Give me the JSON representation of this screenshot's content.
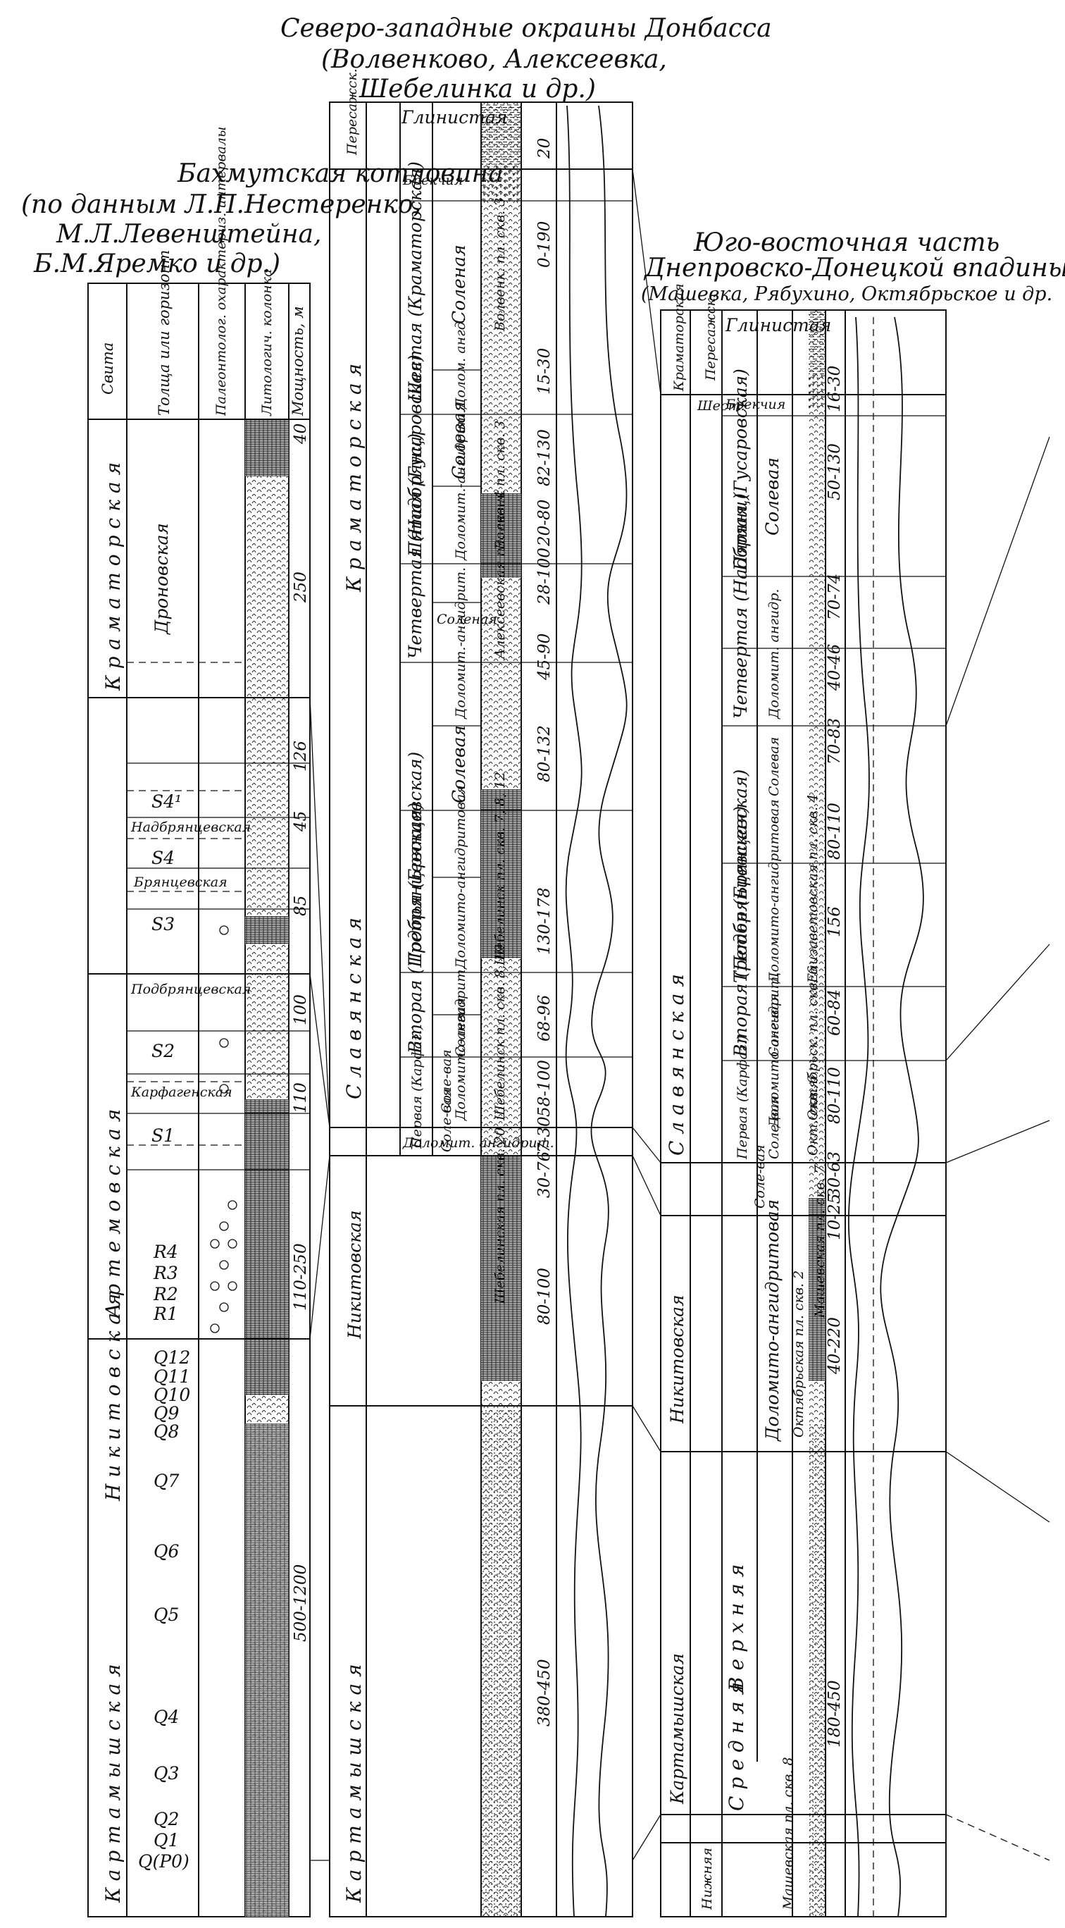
{
  "titles": {
    "left": [
      "Бахмутская котловина",
      "(по данным Л.П.Нестеренко,",
      "М.Л.Левенштейна,",
      "Б.М.Яремко и др.)"
    ],
    "center": [
      "Северо-западные окраины Донбасса",
      "(Волвенково, Алексеевка,",
      "Шебелинка и др.)"
    ],
    "right": [
      "Юго-восточная часть",
      "Днепровско-Донецкой впадины",
      "(Машевка, Рябухино, Октябрьское и др."
    ]
  },
  "left_headers": [
    "Свита",
    "Толща или горизонт",
    "Палеонтолог. охарактериз. интервалы",
    "Литологич. колонка",
    "Мощность, м"
  ],
  "left_svita": [
    "Краматорская",
    "Артемовская",
    "Никитовская",
    "Картамышская"
  ],
  "left_horizons": [
    "Дроновская",
    "S4¹",
    "Надбрянцевская",
    "S4",
    "Брянцевская",
    "S3",
    "Подбрянцевская",
    "S2",
    "Карфагенская",
    "S1",
    "R4",
    "R3",
    "R2",
    "R1",
    "Q12",
    "Q11",
    "Q10",
    "Q9",
    "Q8",
    "Q7",
    "Q6",
    "Q5",
    "Q4",
    "Q3",
    "Q2",
    "Q1",
    "Q(P0)"
  ],
  "left_thickness": [
    "40",
    "250",
    "126",
    "45",
    "85",
    "100",
    "110",
    "110-250",
    "500-1200"
  ],
  "center_svita": [
    "Краматорская",
    "Славянская",
    "Никитовская",
    "Картамышская"
  ],
  "center_tolshcha": [
    "Пересажск.",
    "Шестая (Краматорская)",
    "Пятая (Гусаровская)",
    "Четвертая (Надбрянц)",
    "Третья (Брянцевская)",
    "Вторая (Подбрянцевская)",
    "Первая (Карфаг.)"
  ],
  "center_members": [
    "Глинистая",
    "Брекчия",
    "Соленая",
    "Долом. ангд.",
    "Солевая",
    "Доломит.-ангидрит",
    "Соленая",
    "Доломит.-ангидрит.",
    "Солевая",
    "Доломито-ангидритовая",
    "Солевая",
    "Доломито-ангидрит.",
    "Соле-вая",
    "Соле-вая",
    "Доломит. ангидрит."
  ],
  "center_wells": [
    "Волвенк. пл. скв. 3",
    "Волвенк пл. скв. 3",
    "Алексеевская пл. скв. 4",
    "Шебелинск пл. скв. 7, 8, 12",
    "Шебелинск пл. скв. 8, 19",
    "Шебелинская пл. скв. 20"
  ],
  "center_thickness": [
    "20",
    "0-190",
    "15-30",
    "82-130",
    "20-80",
    "28-100",
    "45-90",
    "80-132",
    "130-178",
    "68-96",
    "58-100",
    "7-30",
    "30-76",
    "80-100",
    "380-450"
  ],
  "right_svita": [
    "Краматорская",
    "Славянская",
    "Никитовская",
    "Картамышская"
  ],
  "right_tolshcha": [
    "Пересажск.",
    "Шест.",
    "Пятая (Гусаровская)",
    "Четвертая (Надбрянц)",
    "Третья (Брянцевская)",
    "Вторая (Подбрянцевская)",
    "Первая (Карфаг.)",
    "Верхняя",
    "Средняя",
    "Нижняя"
  ],
  "right_members": [
    "Глинистая",
    "Брекчия",
    "Солевая",
    "Доломит. ангидр.",
    "Солевая",
    "Доломито-ангидритовая",
    "Соле-вая",
    "Доломито-ангидрит.",
    "Соле-вая",
    "Соле-вая",
    "Доломито-ангидритовая"
  ],
  "right_wells": [
    "Елизаветовская пл. скв. 4",
    "Октябрьск. пл. скв. 6",
    "Окт. скв. 6",
    "Октябрьская пл. скв. 2",
    "Машевская пл. скв. 7",
    "Машевская пл. скв. 8"
  ],
  "right_thickness": [
    "16-30",
    "50-130",
    "70-74",
    "40-46",
    "70-83",
    "80-110",
    "156",
    "60-84",
    "80-110",
    "30-63",
    "10-25",
    "40-220",
    "180-450"
  ]
}
